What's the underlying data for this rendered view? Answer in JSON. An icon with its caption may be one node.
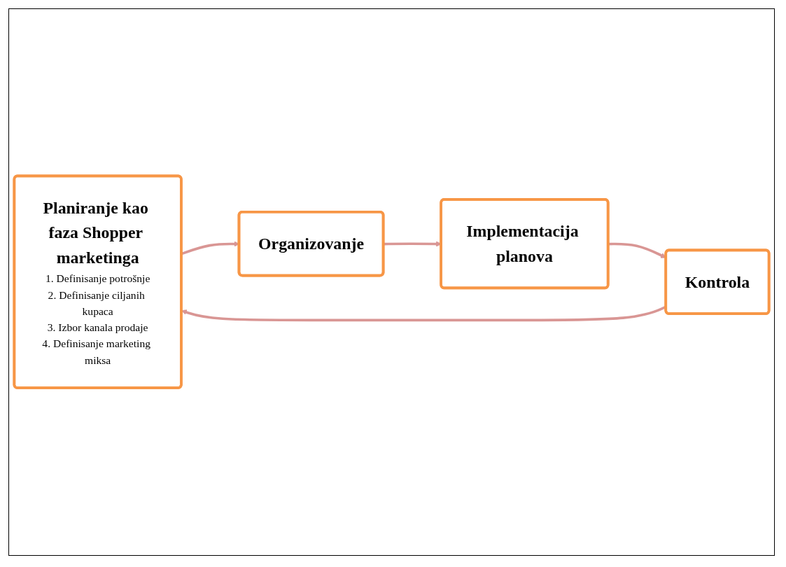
{
  "diagram": {
    "nodes": [
      {
        "text": [
          "Planiranje kao faza Shopper marketinga",
          "1. Definisanje potrošnje",
          "2. Definisanje ciljanih kupaca",
          "3. Izbor kanala prodaje",
          "4. Definisanje marketing miksa"
        ]
      },
      {
        "text": [
          "Organizovanje"
        ]
      },
      {
        "text": [
          "Implementacija planova"
        ]
      },
      {
        "text": [
          "Kontrola"
        ]
      }
    ],
    "edges": [
      {
        "from": 0,
        "to": 1,
        "arrow": "to"
      },
      {
        "from": 1,
        "to": 2,
        "arrow": "to"
      },
      {
        "from": 2,
        "to": 3,
        "arrow": "to"
      },
      {
        "from": 3,
        "to": 0,
        "arrow": "to"
      }
    ]
  }
}
